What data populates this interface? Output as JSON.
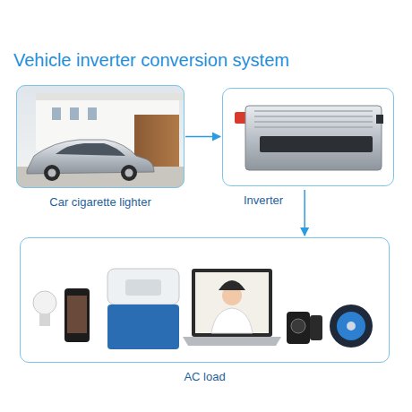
{
  "diagram": {
    "title": "Vehicle inverter conversion system",
    "nodes": [
      {
        "text": [
          "Car cigarette lighter"
        ]
      },
      {
        "text": [
          "Inverter"
        ]
      },
      {
        "text": [
          "AC load"
        ]
      }
    ],
    "edges": [
      {
        "from": 0,
        "to": 1,
        "arrow": "to"
      },
      {
        "from": 1,
        "to": 2,
        "arrow": "to"
      }
    ]
  }
}
